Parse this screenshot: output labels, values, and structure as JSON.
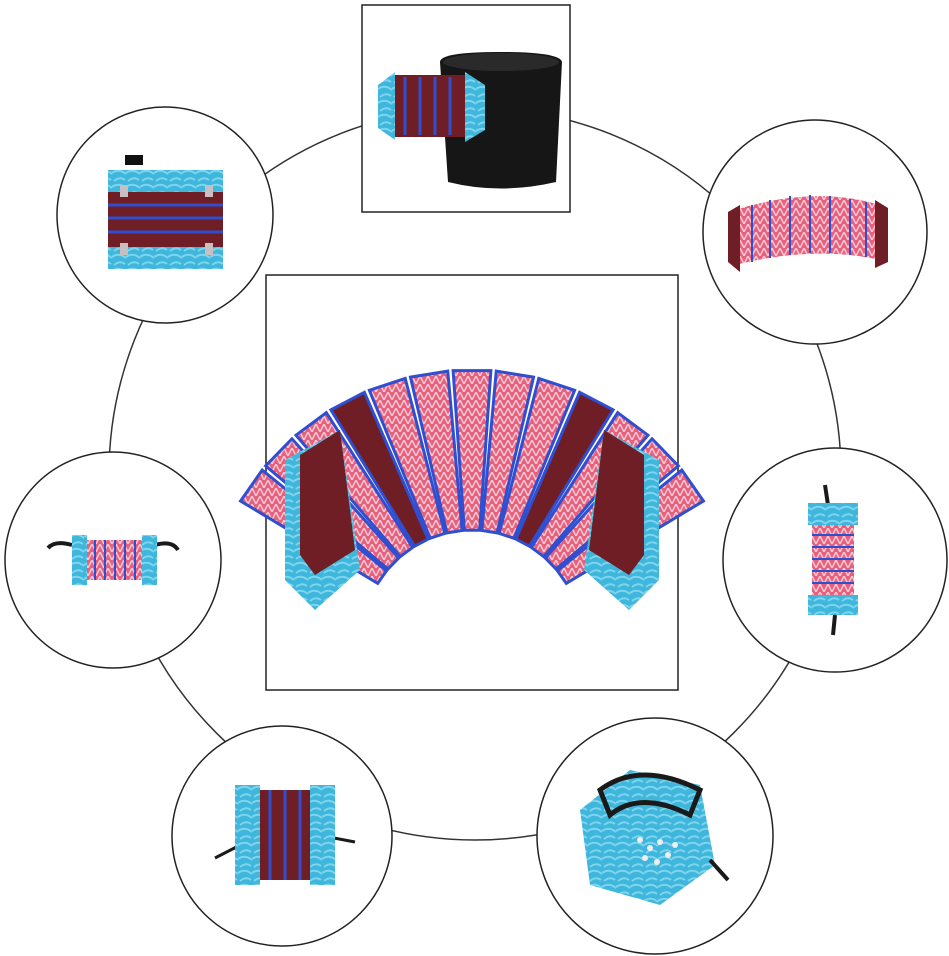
{
  "colors": {
    "background": "#ffffff",
    "frame_line": "#333333",
    "end_panel_blue": "#3fb6dc",
    "end_panel_blue_light": "#7fd4ee",
    "bellows_maroon": "#6e1e24",
    "bellows_pink": "#e8607a",
    "bellows_blue_trim": "#2f4fd0",
    "metal_corner": "#c8c0c0",
    "strap_black": "#1a1a1a",
    "bag_black": "#161616"
  },
  "views": [
    {
      "name": "main-fanned-view"
    },
    {
      "name": "with-carry-bag"
    },
    {
      "name": "front-closed-view"
    },
    {
      "name": "top-fanned-view"
    },
    {
      "name": "side-extended-view"
    },
    {
      "name": "vertical-extended-view"
    },
    {
      "name": "compressed-side-view"
    },
    {
      "name": "end-panel-buttons-view"
    }
  ]
}
